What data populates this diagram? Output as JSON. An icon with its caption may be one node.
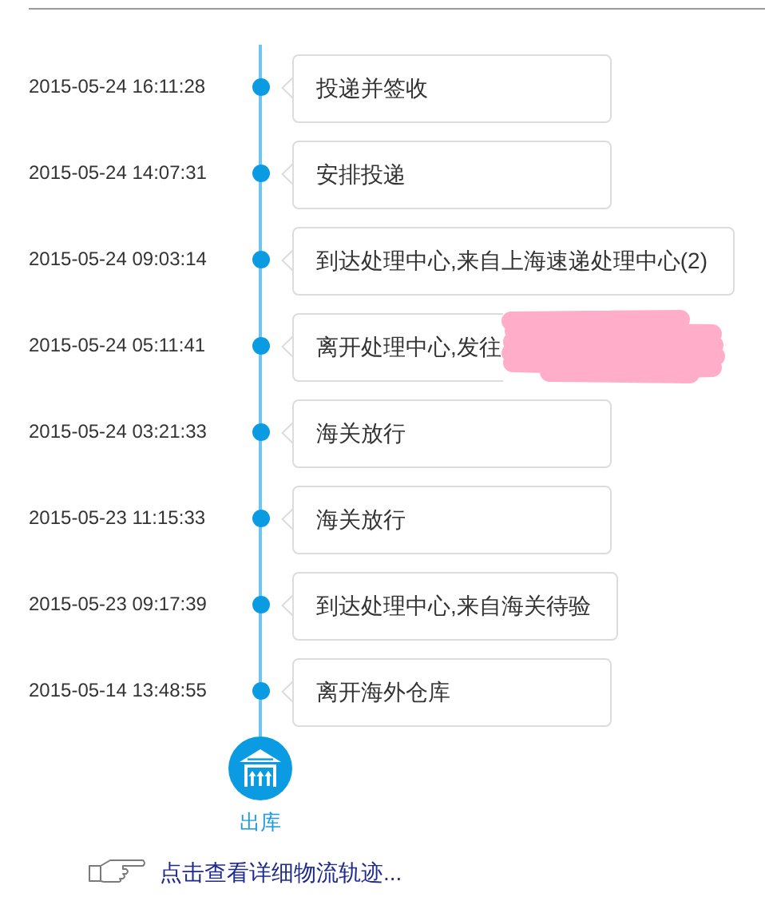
{
  "diagram": {
    "nodes": [
      {
        "text": [
          "投递并签收"
        ]
      },
      {
        "text": [
          "安排投递"
        ]
      },
      {
        "text": [
          "到达处理中心,来自上海速递处理中心(2)"
        ]
      },
      {
        "text": [
          "离开处理中心,发往"
        ]
      },
      {
        "text": [
          "海关放行"
        ]
      },
      {
        "text": [
          "海关放行"
        ]
      },
      {
        "text": [
          "到达处理中心,来自海关待验"
        ]
      },
      {
        "text": [
          "离开海外仓库"
        ]
      },
      {
        "text": [
          "出库"
        ]
      }
    ],
    "labels": [
      "2015-05-24 16:11:28",
      "2015-05-24 14:07:31",
      "2015-05-24 09:03:14",
      "2015-05-24 05:11:41",
      "2015-05-24 03:21:33",
      "2015-05-23 11:15:33",
      "2015-05-23 09:17:39",
      "2015-05-14 13:48:55",
      "点击查看详细物流轨迹..."
    ]
  }
}
